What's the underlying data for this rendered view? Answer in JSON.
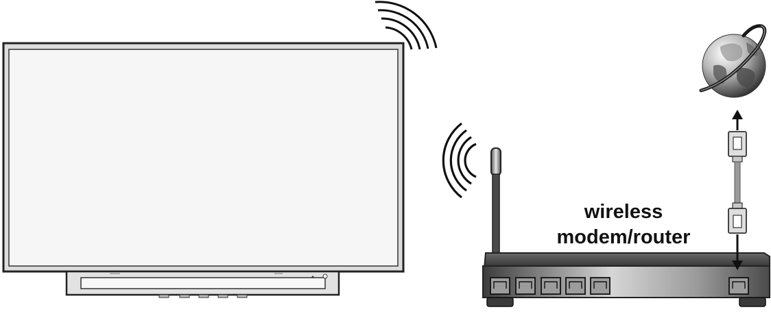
{
  "router_label": {
    "line1": "wireless",
    "line2": "modem/router"
  },
  "colors": {
    "outline": "#222222",
    "tv_screen": "#f6f6f6",
    "tv_bezel": "#dcdcdc",
    "router_body": "#8a8a8a",
    "cable": "#9a9a9a"
  },
  "icons": {
    "tv": "television-icon",
    "router": "router-icon",
    "globe": "globe-icon",
    "wifi": "wifi-signal-icon",
    "cable": "ethernet-cable-icon"
  },
  "router_ports": {
    "lan_count": 5,
    "wan_count": 1
  }
}
